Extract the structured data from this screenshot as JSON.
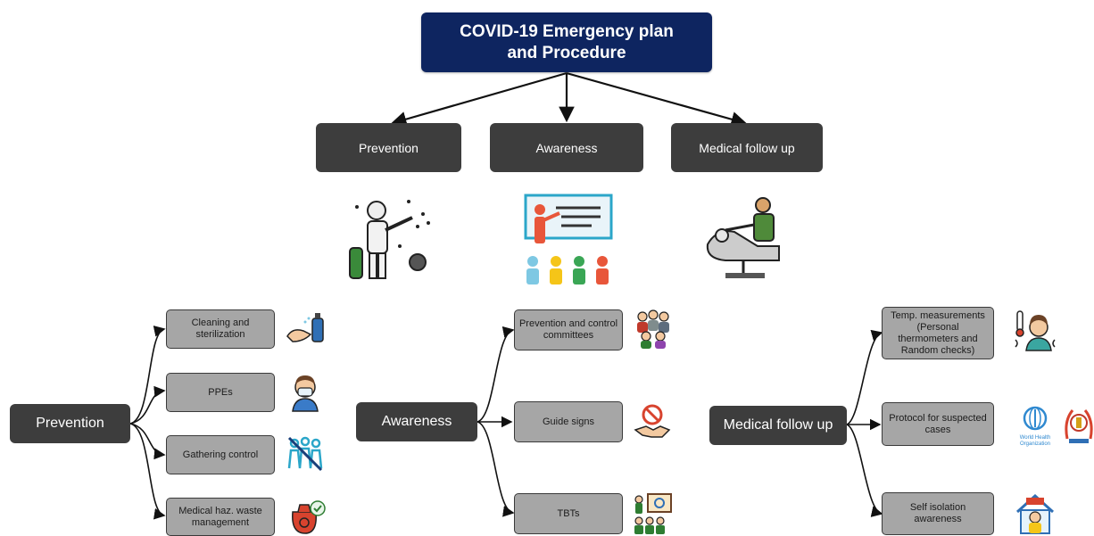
{
  "title": {
    "line1": "COVID-19 Emergency plan",
    "line2": "and Procedure"
  },
  "categories": {
    "prevention": "Prevention",
    "awareness": "Awareness",
    "medical": "Medical follow up"
  },
  "groups": {
    "prevention": {
      "label": "Prevention",
      "items": [
        "Cleaning and sterilization",
        "PPEs",
        "Gathering control",
        "Medical haz. waste management"
      ]
    },
    "awareness": {
      "label": "Awareness",
      "items": [
        "Prevention and control committees",
        "Guide signs",
        "TBTs"
      ]
    },
    "medical": {
      "label": "Medical follow up",
      "items": [
        "Temp. measurements (Personal thermometers and Random checks)",
        "Protocol for suspected cases",
        "Self isolation awareness"
      ],
      "logo_who": "World Health Organization"
    }
  },
  "colors": {
    "title_bg": "#0e2560",
    "dark_box": "#3d3d3d",
    "grey_box": "#a6a6a6"
  }
}
